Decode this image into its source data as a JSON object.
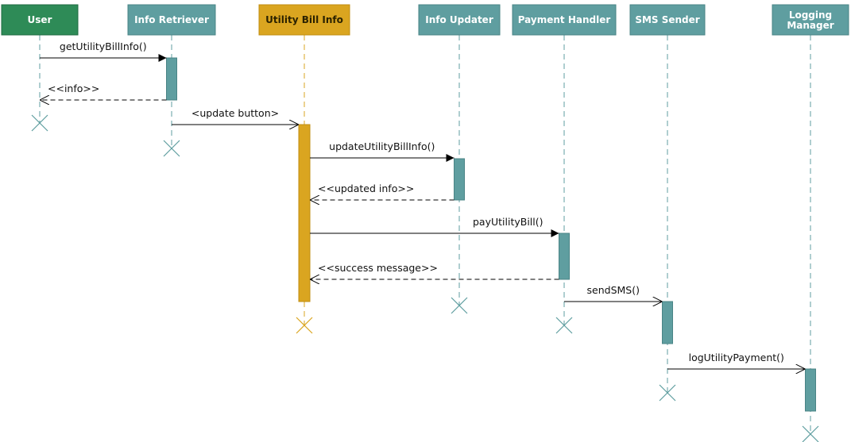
{
  "colors": {
    "user_fill": "#2e8b57",
    "user_stroke": "#1f6b40",
    "default_fill": "#5f9ea0",
    "default_stroke": "#4a8486",
    "highlight_fill": "#daa520",
    "highlight_stroke": "#c08d10",
    "highlight_activation": "#e0b060",
    "lifeline": "#5f9ea0",
    "highlight_lifeline": "#daa520",
    "arrow": "#000000"
  },
  "participants": [
    {
      "id": "user",
      "label": "User",
      "style": "user"
    },
    {
      "id": "info_retriever",
      "label": "Info Retriever",
      "style": "default"
    },
    {
      "id": "utility_bill_info",
      "label": "Utility Bill Info",
      "style": "highlight"
    },
    {
      "id": "info_updater",
      "label": "Info Updater",
      "style": "default"
    },
    {
      "id": "payment_handler",
      "label": "Payment Handler",
      "style": "default"
    },
    {
      "id": "sms_sender",
      "label": "SMS Sender",
      "style": "default"
    },
    {
      "id": "logging_manager",
      "label": "Logging Manager",
      "label_lines": [
        "Logging",
        "Manager"
      ],
      "style": "default"
    }
  ],
  "messages": [
    {
      "from": "user",
      "to": "info_retriever",
      "label": "getUtilityBillInfo()",
      "kind": "sync"
    },
    {
      "from": "info_retriever",
      "to": "user",
      "label": "<<info>>",
      "kind": "return"
    },
    {
      "from": "info_retriever",
      "to": "utility_bill_info",
      "label": "<update button>",
      "kind": "async"
    },
    {
      "from": "utility_bill_info",
      "to": "info_updater",
      "label": "updateUtilityBillInfo()",
      "kind": "sync"
    },
    {
      "from": "info_updater",
      "to": "utility_bill_info",
      "label": "<<updated info>>",
      "kind": "return"
    },
    {
      "from": "utility_bill_info",
      "to": "payment_handler",
      "label": "payUtilityBill()",
      "kind": "sync"
    },
    {
      "from": "payment_handler",
      "to": "utility_bill_info",
      "label": "<<success message>>",
      "kind": "return"
    },
    {
      "from": "payment_handler",
      "to": "sms_sender",
      "label": "sendSMS()",
      "kind": "async"
    },
    {
      "from": "sms_sender",
      "to": "logging_manager",
      "label": "logUtilityPayment()",
      "kind": "async"
    }
  ]
}
